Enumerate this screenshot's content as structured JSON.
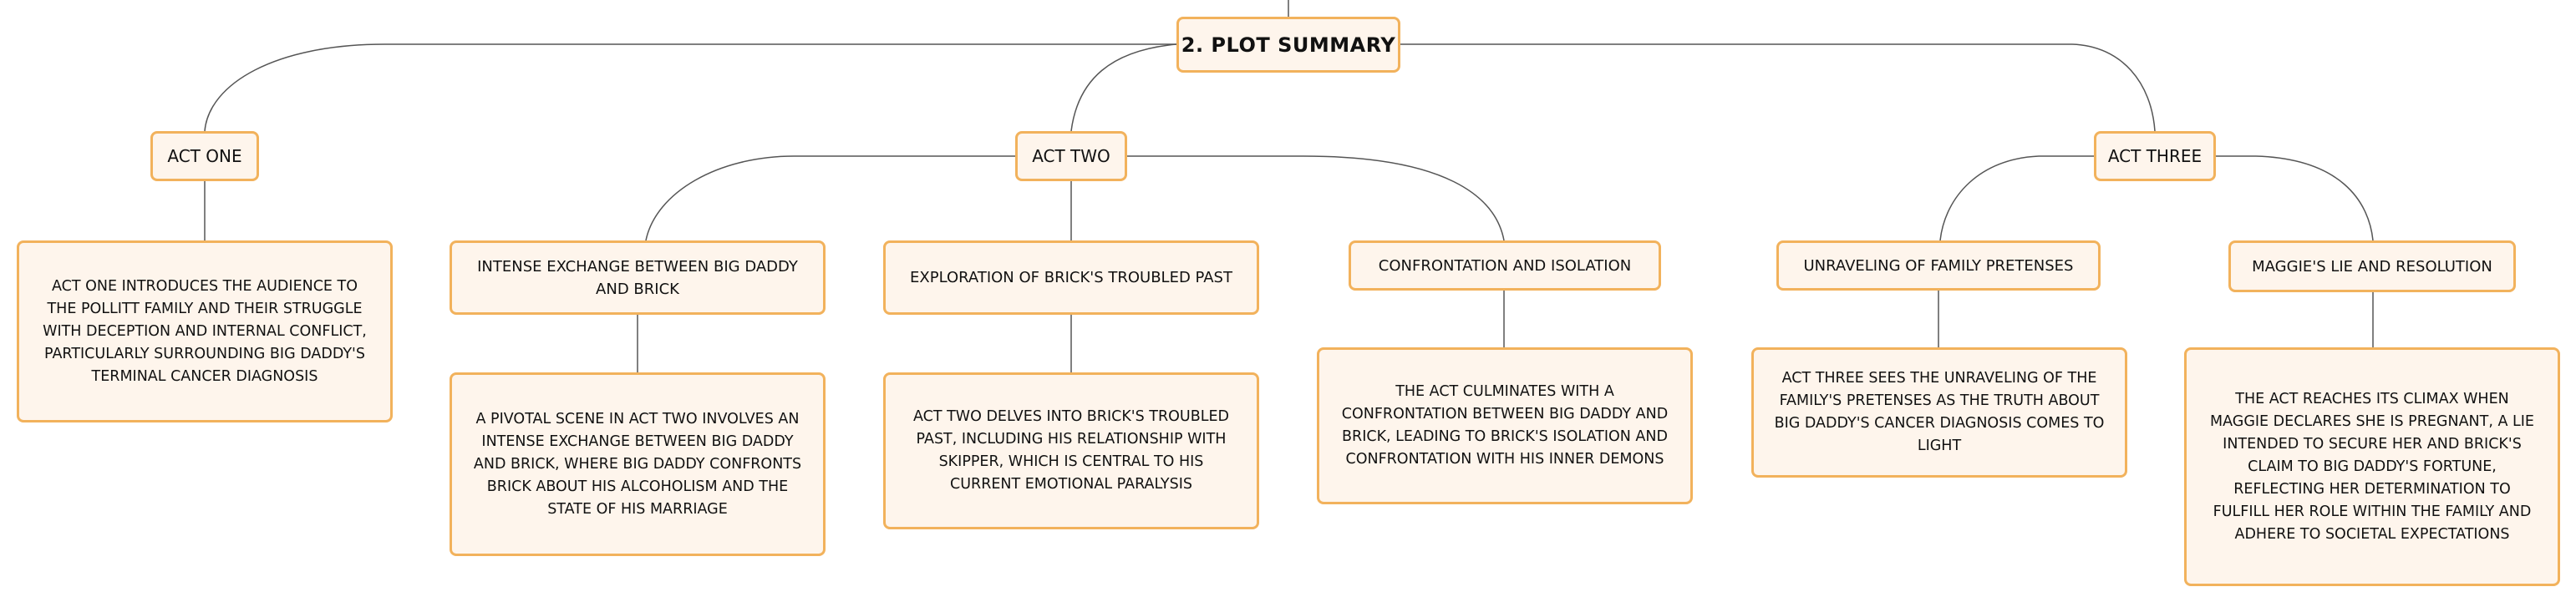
{
  "root": {
    "label": "2. PLOT SUMMARY"
  },
  "acts": [
    {
      "label": "ACT ONE",
      "summary": "ACT ONE INTRODUCES THE AUDIENCE TO THE POLLITT FAMILY AND THEIR STRUGGLE WITH DECEPTION AND INTERNAL CONFLICT, PARTICULARLY SURROUNDING BIG DADDY'S TERMINAL CANCER DIAGNOSIS"
    },
    {
      "label": "ACT TWO",
      "topics": [
        {
          "label": "INTENSE EXCHANGE BETWEEN BIG DADDY AND BRICK",
          "detail": "A PIVOTAL SCENE IN ACT TWO INVOLVES AN INTENSE EXCHANGE BETWEEN BIG DADDY AND BRICK, WHERE BIG DADDY CONFRONTS BRICK ABOUT HIS ALCOHOLISM AND THE STATE OF HIS MARRIAGE"
        },
        {
          "label": "EXPLORATION OF BRICK'S TROUBLED PAST",
          "detail": "ACT TWO DELVES INTO BRICK'S TROUBLED PAST, INCLUDING HIS RELATIONSHIP WITH SKIPPER, WHICH IS CENTRAL TO HIS CURRENT EMOTIONAL PARALYSIS"
        },
        {
          "label": "CONFRONTATION AND ISOLATION",
          "detail": "THE ACT CULMINATES WITH A CONFRONTATION BETWEEN BIG DADDY AND BRICK, LEADING TO BRICK'S ISOLATION AND CONFRONTATION WITH HIS INNER DEMONS"
        }
      ]
    },
    {
      "label": "ACT THREE",
      "topics": [
        {
          "label": "UNRAVELING OF FAMILY PRETENSES",
          "detail": "ACT THREE SEES THE UNRAVELING OF THE FAMILY'S PRETENSES AS THE TRUTH ABOUT BIG DADDY'S CANCER DIAGNOSIS COMES TO LIGHT"
        },
        {
          "label": "MAGGIE'S LIE AND RESOLUTION",
          "detail": "THE ACT REACHES ITS CLIMAX WHEN MAGGIE DECLARES SHE IS PREGNANT, A LIE INTENDED TO SECURE HER AND BRICK'S CLAIM TO BIG DADDY'S FORTUNE, REFLECTING HER DETERMINATION TO FULFILL HER ROLE WITHIN THE FAMILY AND ADHERE TO SOCIETAL EXPECTATIONS"
        }
      ]
    }
  ],
  "colors": {
    "node_fill": "#fef5ec",
    "node_border": "#f2b25c",
    "connector": "#555555",
    "text": "#111111"
  }
}
